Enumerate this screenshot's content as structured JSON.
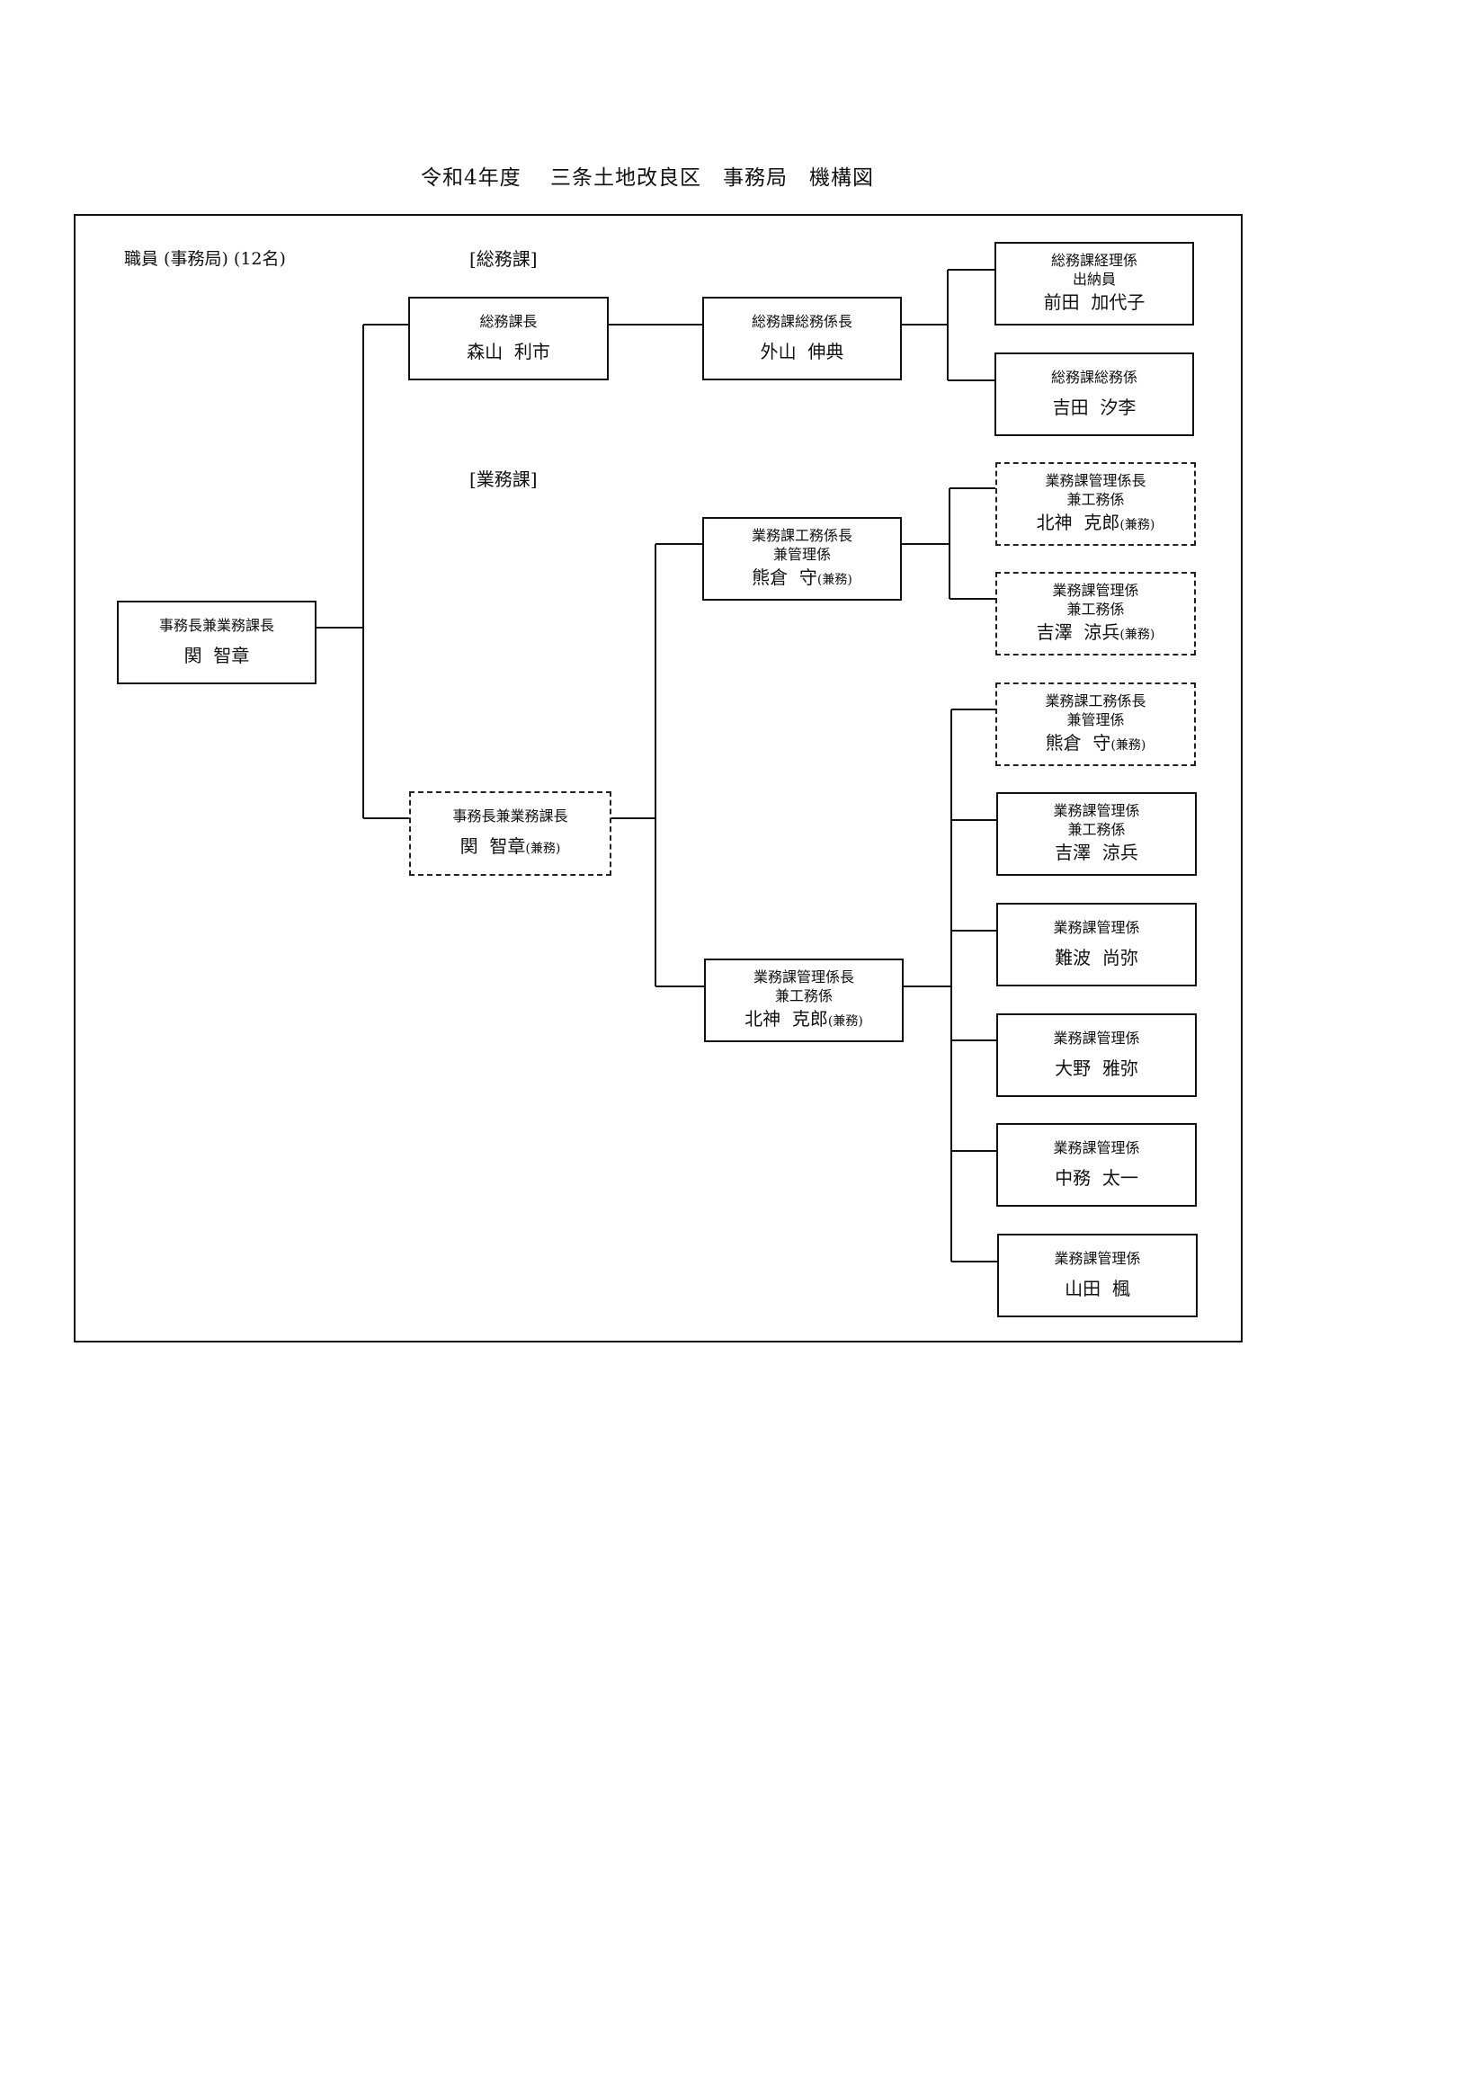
{
  "title": "令和4年度　 三条土地改良区　事務局　機構図",
  "staff_label": "職員 (事務局) (12名)",
  "sections": {
    "general_affairs": "[総務課]",
    "operations": "[業務課]"
  },
  "nodes": {
    "director": {
      "role": "事務長兼業務課長",
      "name": "関  智章",
      "suffix": ""
    },
    "ga_chief": {
      "role": "総務課長",
      "name": "森山  利市",
      "suffix": ""
    },
    "ga_subchief": {
      "role": "総務課総務係長",
      "name": "外山  伸典",
      "suffix": ""
    },
    "ga_accounting": {
      "role": "総務課経理係\n出納員",
      "name": "前田  加代子",
      "suffix": ""
    },
    "ga_general": {
      "role": "総務課総務係",
      "name": "吉田  汐李",
      "suffix": ""
    },
    "ops_head_concurrent": {
      "role": "事務長兼業務課長",
      "name": "関  智章",
      "suffix": "(兼務)"
    },
    "ops_works_chief": {
      "role": "業務課工務係長\n兼管理係",
      "name": "熊倉  守",
      "suffix": "(兼務)"
    },
    "ops_mgmt_chief": {
      "role": "業務課管理係長\n兼工務係",
      "name": "北神  克郎",
      "suffix": "(兼務)"
    },
    "w_sub_kitagami": {
      "role": "業務課管理係長\n兼工務係",
      "name": "北神  克郎",
      "suffix": "(兼務)"
    },
    "w_sub_yoshizawa": {
      "role": "業務課管理係\n兼工務係",
      "name": "吉澤  涼兵",
      "suffix": "(兼務)"
    },
    "m_sub_kumakura": {
      "role": "業務課工務係長\n兼管理係",
      "name": "熊倉  守",
      "suffix": "(兼務)"
    },
    "m_sub_yoshizawa": {
      "role": "業務課管理係\n兼工務係",
      "name": "吉澤  涼兵",
      "suffix": ""
    },
    "m_sub_nanba": {
      "role": "業務課管理係",
      "name": "難波  尚弥",
      "suffix": ""
    },
    "m_sub_ono": {
      "role": "業務課管理係",
      "name": "大野  雅弥",
      "suffix": ""
    },
    "m_sub_nakamu": {
      "role": "業務課管理係",
      "name": "中務  太一",
      "suffix": ""
    },
    "m_sub_yamada": {
      "role": "業務課管理係",
      "name": "山田  楓",
      "suffix": ""
    }
  }
}
